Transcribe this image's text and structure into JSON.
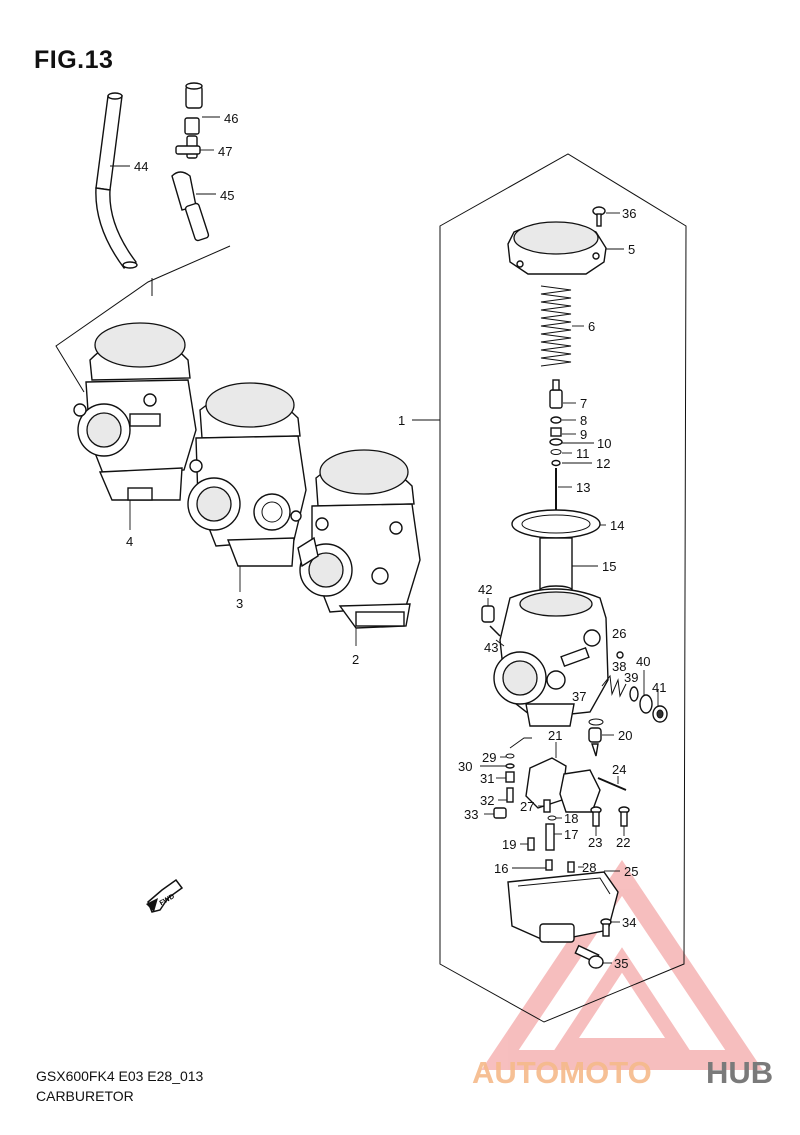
{
  "figure": {
    "title": "FIG.13"
  },
  "footer": {
    "code": "GSX600FK4 E03 E28_013",
    "name": "CARBURETOR"
  },
  "fwd_badge": "FWD",
  "watermark": {
    "part1": "AUTOMOTO",
    "part2": "HUB",
    "color1": "#f5b98a",
    "color2": "#7a7a7a",
    "triangle_color": "#f08a8a"
  },
  "callouts": [
    "1",
    "2",
    "3",
    "4",
    "5",
    "6",
    "7",
    "8",
    "9",
    "10",
    "11",
    "12",
    "13",
    "14",
    "15",
    "16",
    "17",
    "18",
    "19",
    "20",
    "21",
    "22",
    "23",
    "24",
    "25",
    "26",
    "27",
    "28",
    "29",
    "30",
    "31",
    "32",
    "33",
    "34",
    "35",
    "36",
    "37",
    "38",
    "39",
    "40",
    "41",
    "42",
    "43",
    "44",
    "45",
    "46",
    "47"
  ]
}
